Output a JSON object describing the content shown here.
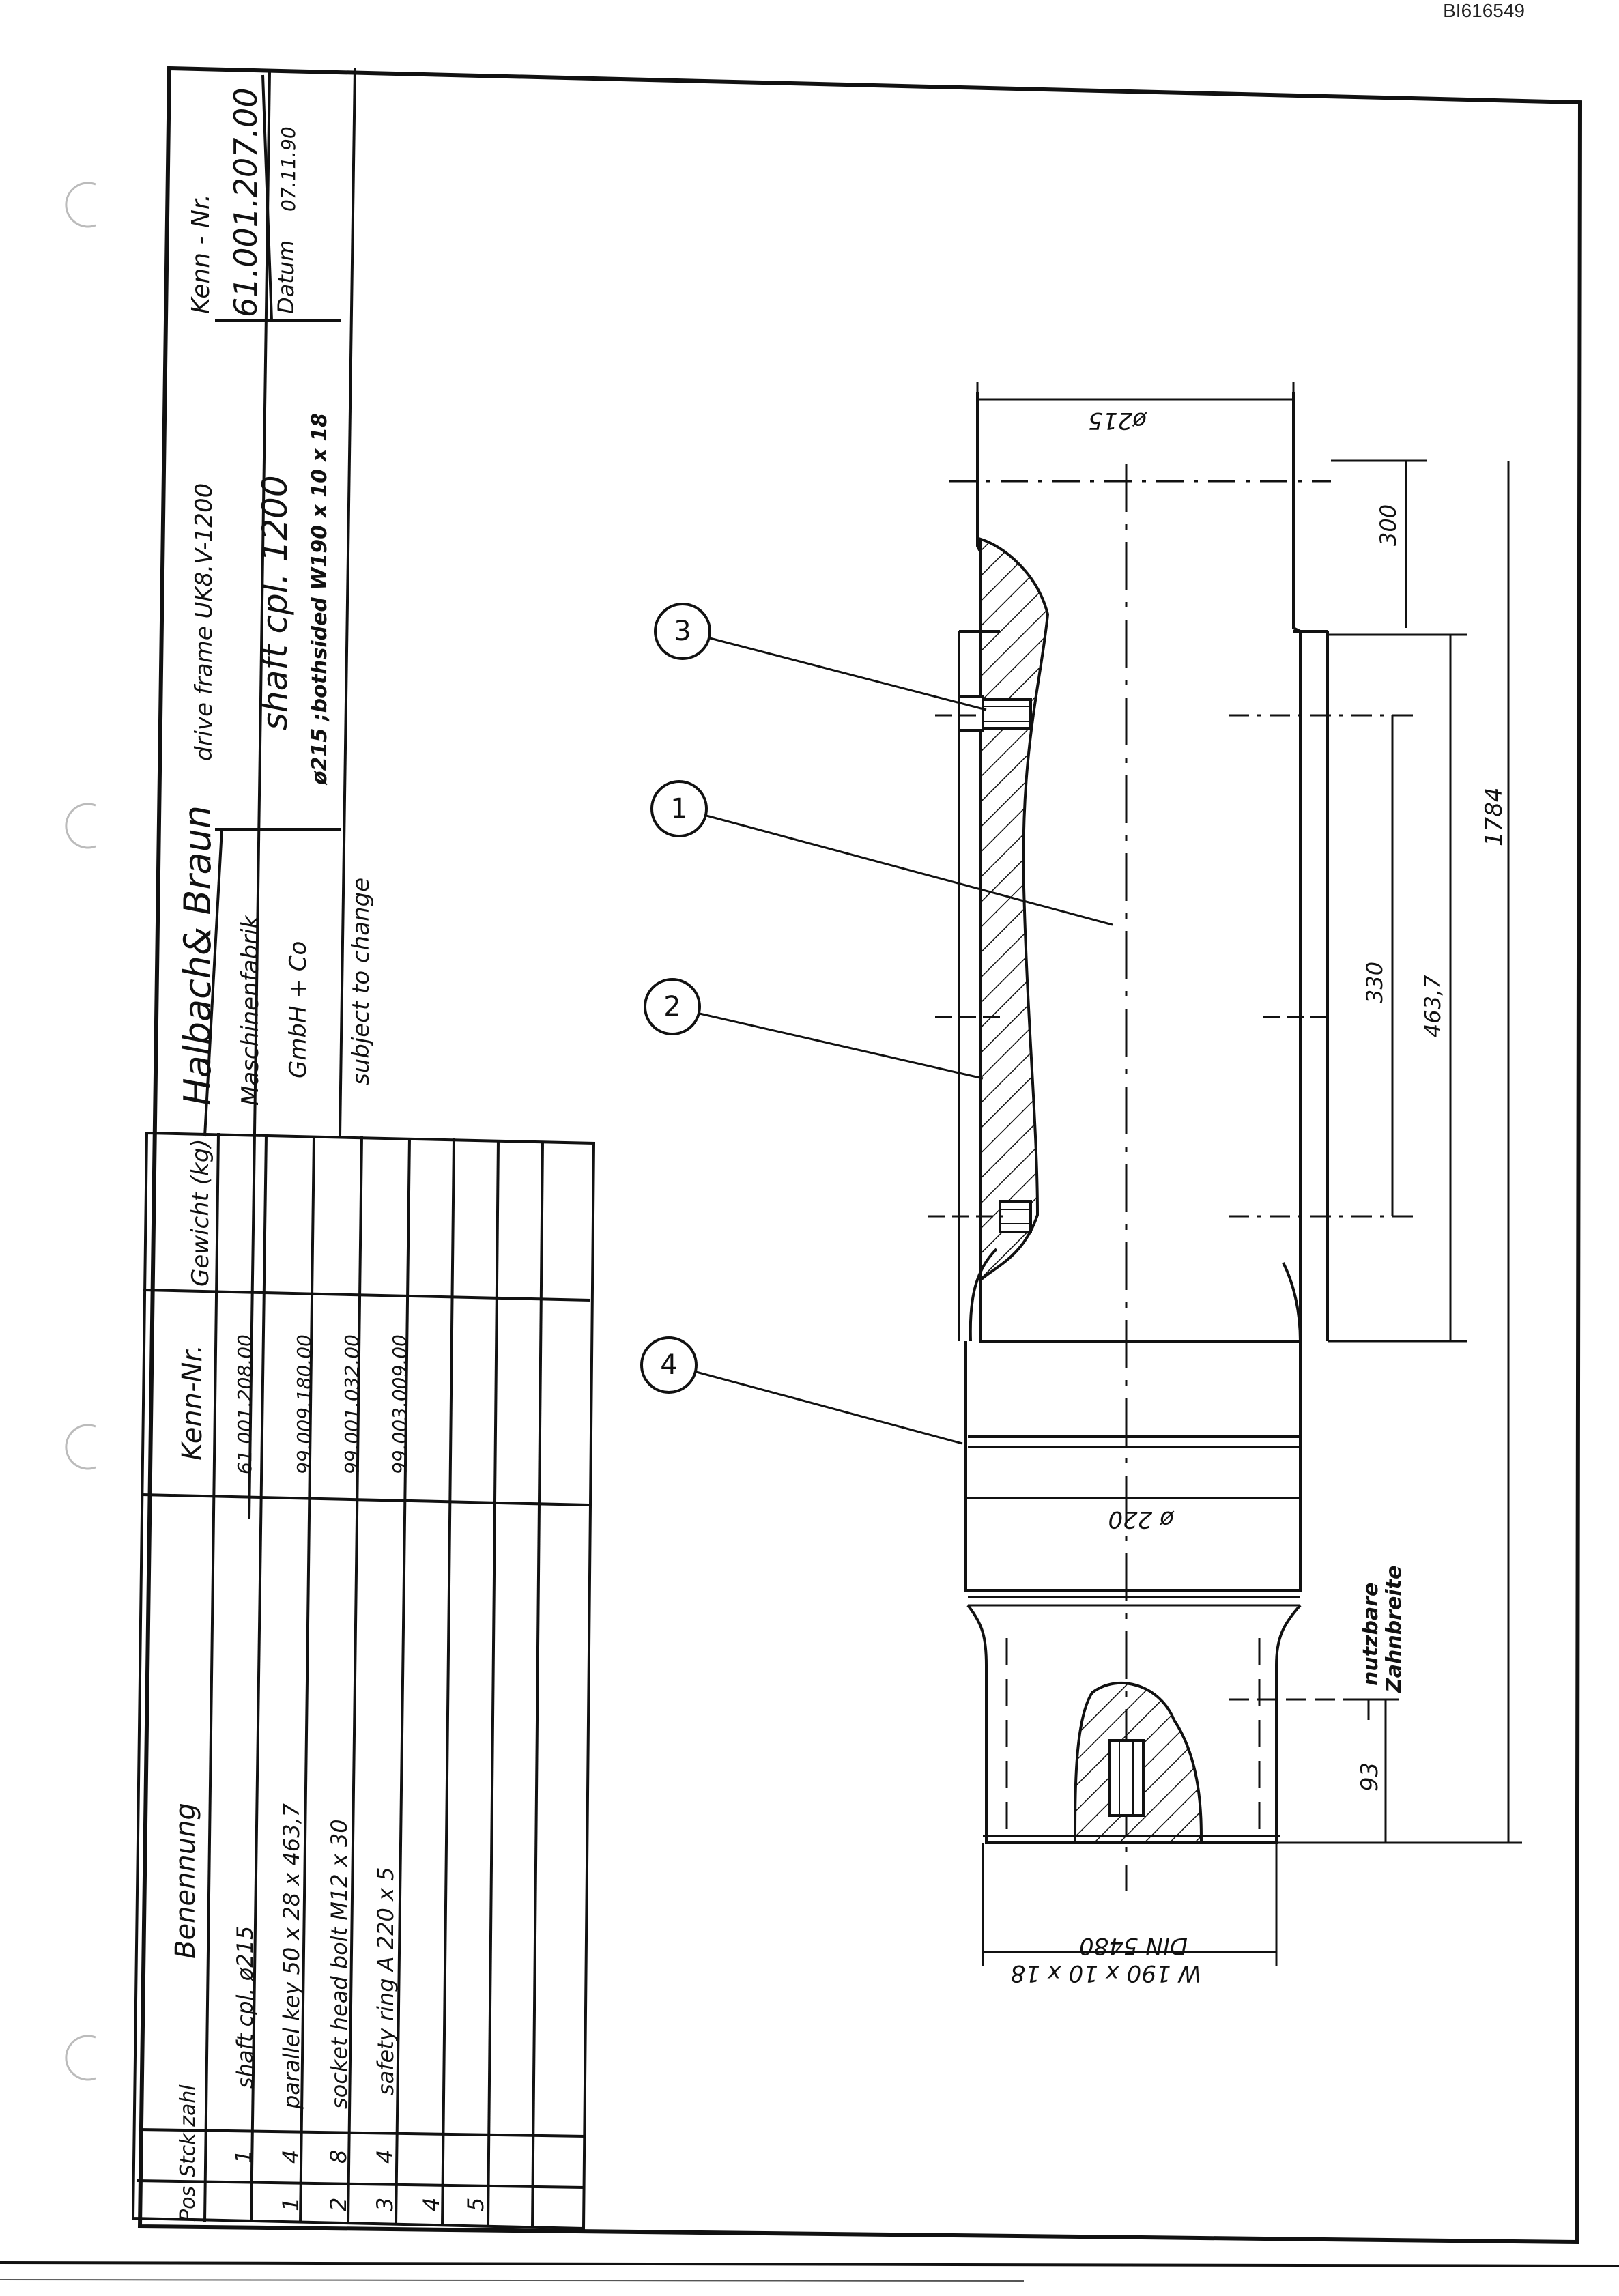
{
  "doc_id": "BI616549",
  "title_block": {
    "kenn_label": "Kenn - Nr.",
    "kenn_value": "61.001.207.00",
    "datum_label": "Datum",
    "datum_value": "07.11.90",
    "assembly": "drive frame UK8.V-1200",
    "part_name": "shaft cpl. 1200",
    "part_spec": "ø215 ;bothsided W190 x 10 x 18",
    "company": "Halbach& Braun",
    "company_line2": "Maschinenfabrik",
    "company_line3": "GmbH + Co",
    "note": "subject to change"
  },
  "parts_list": {
    "headers": {
      "pos": "Pos",
      "qty": "Stck zahl",
      "name": "Benennung",
      "kenn": "Kenn-Nr.",
      "weight": "Gewicht (kg)"
    },
    "rows": [
      {
        "pos": "",
        "qty": "1",
        "name": "shaft cpl. ø215",
        "kenn": "61.001.208.00"
      },
      {
        "pos": "1",
        "qty": "4",
        "name": "parallel key  50 x 28 x 463,7",
        "kenn": "99.009.180.00"
      },
      {
        "pos": "2",
        "qty": "8",
        "name": "socket head bolt  M12 x 30",
        "kenn": "99.001.032.00"
      },
      {
        "pos": "3",
        "qty": "4",
        "name": "safety ring  A  220 x 5",
        "kenn": "99.003.009.00"
      },
      {
        "pos": "4",
        "qty": "",
        "name": "",
        "kenn": ""
      },
      {
        "pos": "5",
        "qty": "",
        "name": "",
        "kenn": ""
      }
    ]
  },
  "drawing": {
    "dia_top": "ø215",
    "dia_mid": "ø 220",
    "spline_1": "W 190 x 10 x 18",
    "spline_2": "DIN 5480",
    "dim_300": "300",
    "dim_330": "330",
    "dim_4637": "463,7",
    "dim_1784": "1784",
    "dim_93": "93",
    "zahn_1": "nutzbare",
    "zahn_2": "Zahnbreite",
    "balloons": [
      "1",
      "2",
      "3",
      "4"
    ]
  }
}
